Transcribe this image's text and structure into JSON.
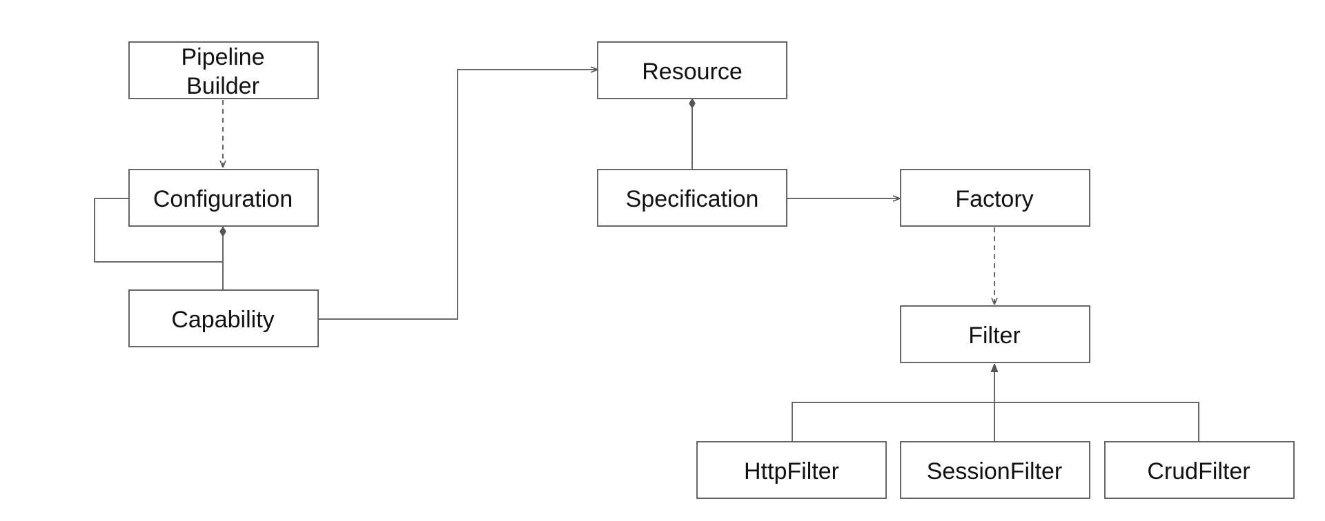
{
  "diagram": {
    "nodes": {
      "pipeline_builder": {
        "line1": "Pipeline",
        "line2": "Builder"
      },
      "configuration": {
        "label": "Configuration"
      },
      "capability": {
        "label": "Capability"
      },
      "resource": {
        "label": "Resource"
      },
      "specification": {
        "label": "Specification"
      },
      "factory": {
        "label": "Factory"
      },
      "filter": {
        "label": "Filter"
      },
      "http_filter": {
        "label": "HttpFilter"
      },
      "session_filter": {
        "label": "SessionFilter"
      },
      "crud_filter": {
        "label": "CrudFilter"
      }
    },
    "edges": [
      {
        "from": "Pipeline Builder",
        "to": "Configuration",
        "style": "dashed",
        "head": "open-arrow"
      },
      {
        "from": "Configuration",
        "to": "Configuration",
        "style": "solid",
        "head": "none"
      },
      {
        "from": "Capability",
        "to": "Configuration",
        "style": "solid",
        "head": "diamond"
      },
      {
        "from": "Capability",
        "to": "Resource",
        "style": "solid",
        "head": "open-arrow"
      },
      {
        "from": "Specification",
        "to": "Resource",
        "style": "solid",
        "head": "diamond"
      },
      {
        "from": "Specification",
        "to": "Factory",
        "style": "solid",
        "head": "open-arrow"
      },
      {
        "from": "Factory",
        "to": "Filter",
        "style": "dashed",
        "head": "open-arrow"
      },
      {
        "from": "HttpFilter",
        "to": "Filter",
        "style": "solid",
        "head": "triangle"
      },
      {
        "from": "SessionFilter",
        "to": "Filter",
        "style": "solid",
        "head": "triangle"
      },
      {
        "from": "CrudFilter",
        "to": "Filter",
        "style": "solid",
        "head": "triangle"
      }
    ]
  }
}
